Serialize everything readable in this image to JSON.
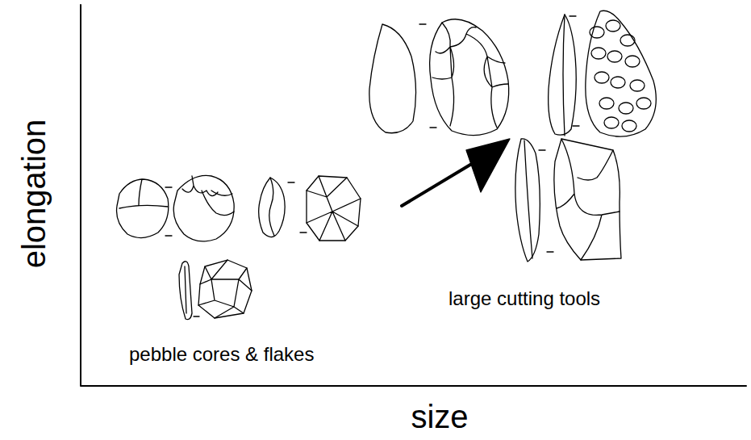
{
  "diagram": {
    "labels": [
      "elongation",
      "size",
      "pebble cores & flakes",
      "large cutting tools"
    ]
  }
}
